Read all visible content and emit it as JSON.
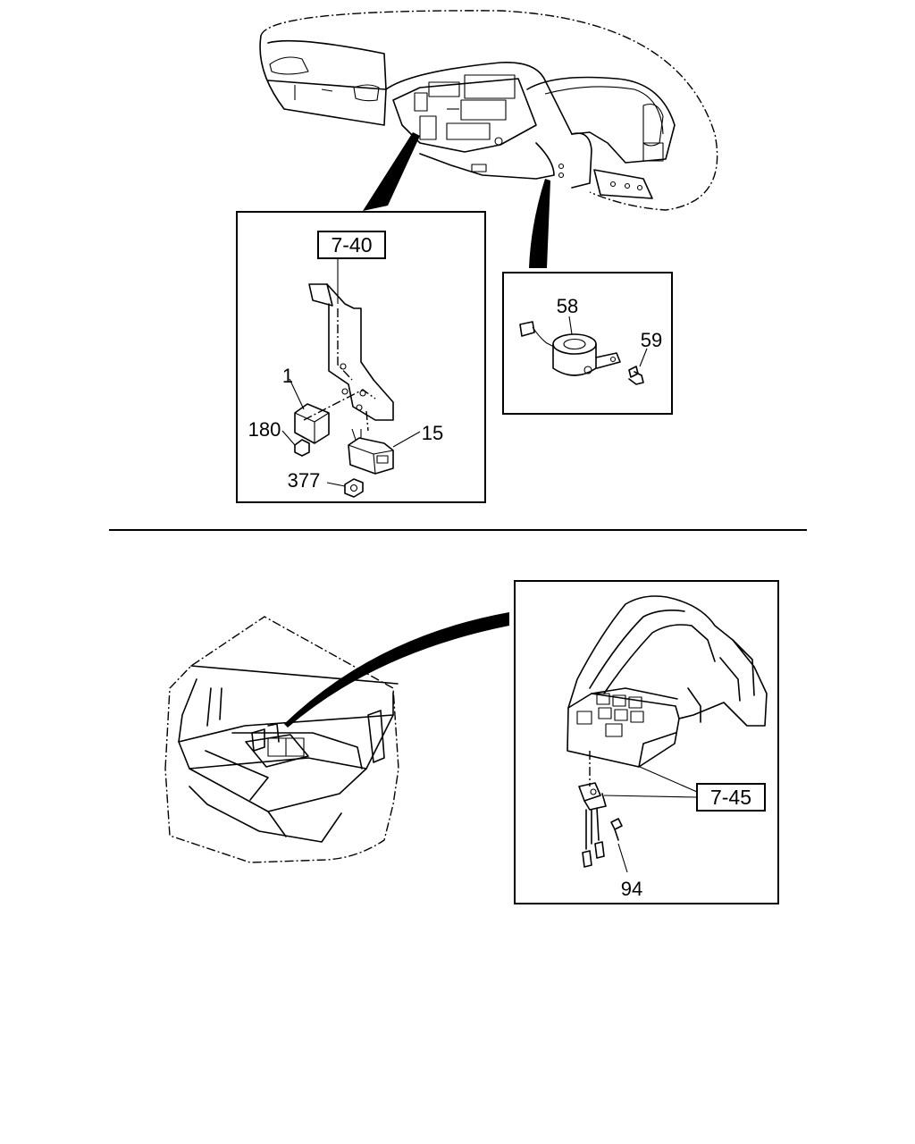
{
  "diagram": {
    "upper_section": {
      "relay_panel": {
        "reference": "7-40",
        "callouts": [
          "1",
          "180",
          "15",
          "377"
        ]
      },
      "buzzer_panel": {
        "callouts": [
          "58",
          "59"
        ]
      }
    },
    "lower_section": {
      "switch_panel": {
        "reference": "7-45",
        "callouts": [
          "94"
        ]
      }
    }
  }
}
